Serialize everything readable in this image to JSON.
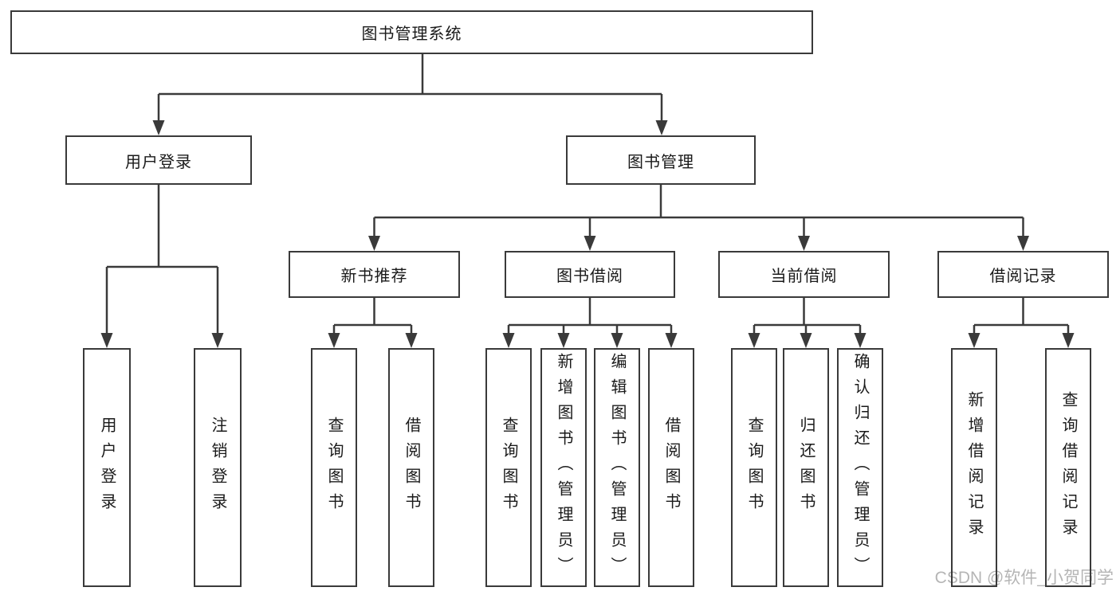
{
  "diagram": {
    "type": "hierarchy-tree",
    "colors": {
      "line": "#3a3a3a",
      "box_border": "#3a3a3a",
      "text": "#1a1a1a",
      "background": "#ffffff",
      "watermark": "#b5b5b5"
    },
    "watermark": "CSDN @软件_小贺同学",
    "nodes": {
      "root": {
        "label": "图书管理系统"
      },
      "level2": [
        {
          "label": "用户登录"
        },
        {
          "label": "图书管理"
        }
      ],
      "level3": [
        {
          "label": "新书推荐"
        },
        {
          "label": "图书借阅"
        },
        {
          "label": "当前借阅"
        },
        {
          "label": "借阅记录"
        }
      ],
      "leaves": [
        {
          "label": "用户登录",
          "parent": "用户登录"
        },
        {
          "label": "注销登录",
          "parent": "用户登录"
        },
        {
          "label": "查询图书",
          "parent": "新书推荐"
        },
        {
          "label": "借阅图书",
          "parent": "新书推荐"
        },
        {
          "label": "查询图书",
          "parent": "图书借阅"
        },
        {
          "label": "新增图书（管理员）",
          "parent": "图书借阅"
        },
        {
          "label": "编辑图书（管理员）",
          "parent": "图书借阅"
        },
        {
          "label": "借阅图书",
          "parent": "图书借阅"
        },
        {
          "label": "查询图书",
          "parent": "当前借阅"
        },
        {
          "label": "归还图书",
          "parent": "当前借阅"
        },
        {
          "label": "确认归还（管理员）",
          "parent": "当前借阅"
        },
        {
          "label": "新增借阅记录",
          "parent": "借阅记录"
        },
        {
          "label": "查询借阅记录",
          "parent": "借阅记录"
        }
      ]
    }
  }
}
